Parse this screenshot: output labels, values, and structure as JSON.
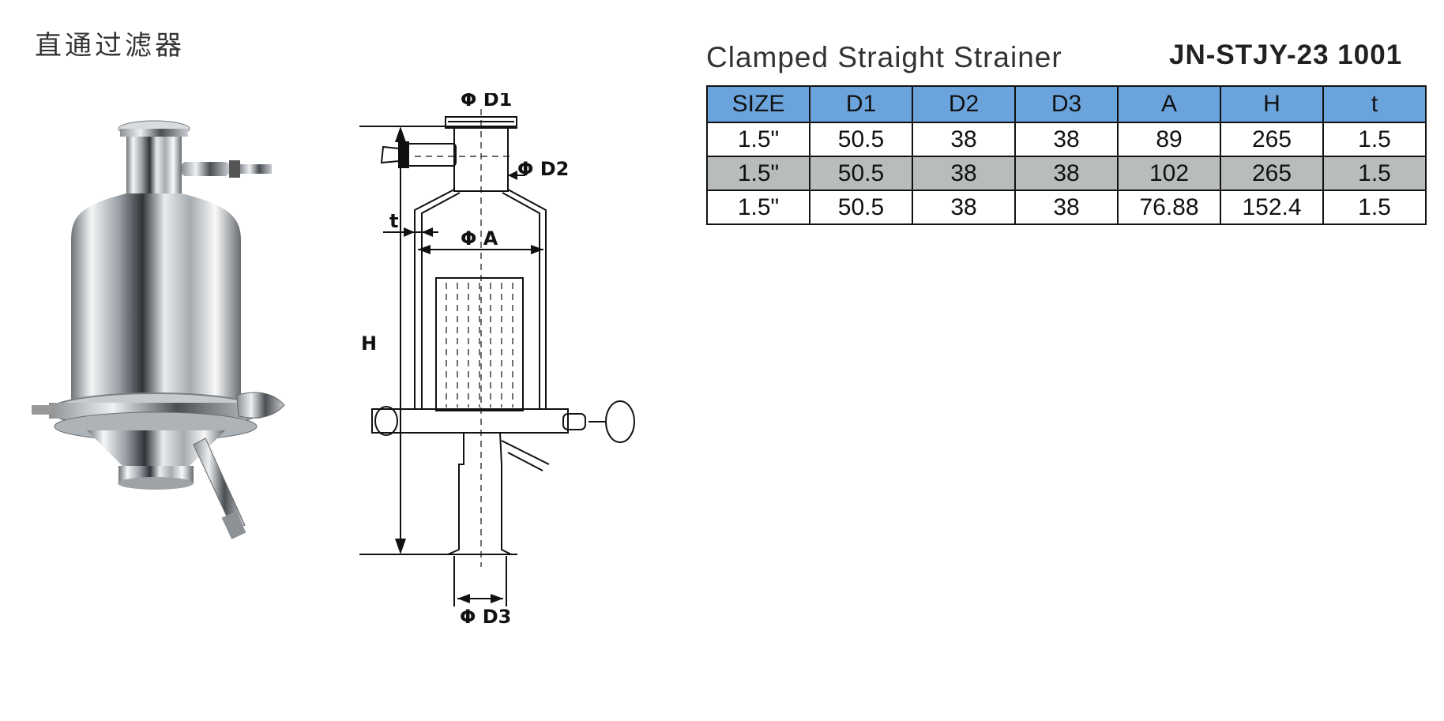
{
  "header": {
    "cn_title": "直通过滤器",
    "en_title": "Clamped Straight Strainer",
    "model": "JN-STJY-23 1001"
  },
  "drawing": {
    "d1_label": "Φ D1",
    "d2_label": "Φ D2",
    "d3_label": "Φ D3",
    "a_label": "Φ A",
    "h_label": "H",
    "t_label": "t"
  },
  "table": {
    "headers": [
      "SIZE",
      "D1",
      "D2",
      "D3",
      "A",
      "H",
      "t"
    ],
    "rows": [
      [
        "1.5\"",
        "50.5",
        "38",
        "38",
        "89",
        "265",
        "1.5"
      ],
      [
        "1.5\"",
        "50.5",
        "38",
        "38",
        "102",
        "265",
        "1.5"
      ],
      [
        "1.5\"",
        "50.5",
        "38",
        "38",
        "76.88",
        "152.4",
        "1.5"
      ]
    ],
    "header_color": "#6ba4dd",
    "shaded_row_color": "#b9bcbd"
  }
}
